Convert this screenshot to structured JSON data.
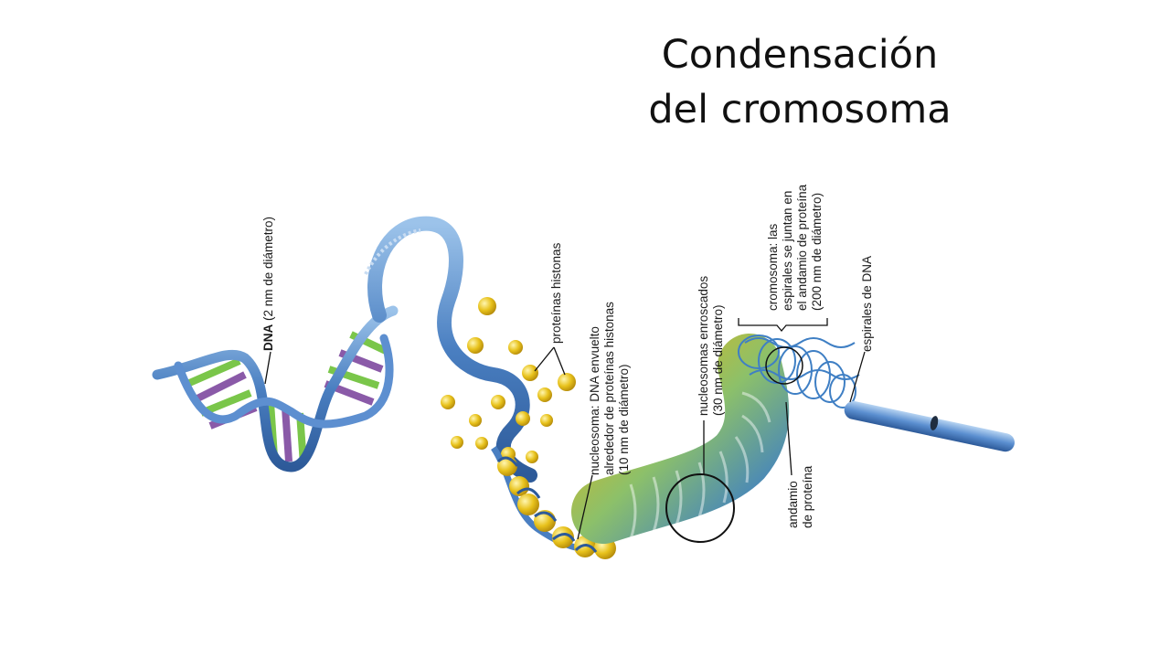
{
  "title": {
    "line1": "Condensación",
    "line2": "del cromosoma"
  },
  "labels": {
    "dna_bold": "DNA",
    "dna_rest": " (2 nm de diámetro)",
    "histonas": "proteínas histonas",
    "nucleosoma_1": "nucleosoma: DNA envuelto",
    "nucleosoma_2": "alrededor de proteínas histonas",
    "nucleosoma_3": "(10 nm de diámetro)",
    "enroscados_1": "nucleosomas enroscados",
    "enroscados_2": "(30 nm de diámetro)",
    "cromosoma_1": "cromosoma: las",
    "cromosoma_2": "espirales se juntan en",
    "cromosoma_3": "el andamio de proteína",
    "cromosoma_4": "(200 nm de diámetro)",
    "espirales": "espirales de DNA",
    "andamio_1": "andamio",
    "andamio_2": "de proteína"
  },
  "colors": {
    "dna_blue": "#4a7fc1",
    "histone_yellow": "#e8c21c",
    "base_green": "#7ac64a",
    "base_purple": "#8a5aa8"
  }
}
